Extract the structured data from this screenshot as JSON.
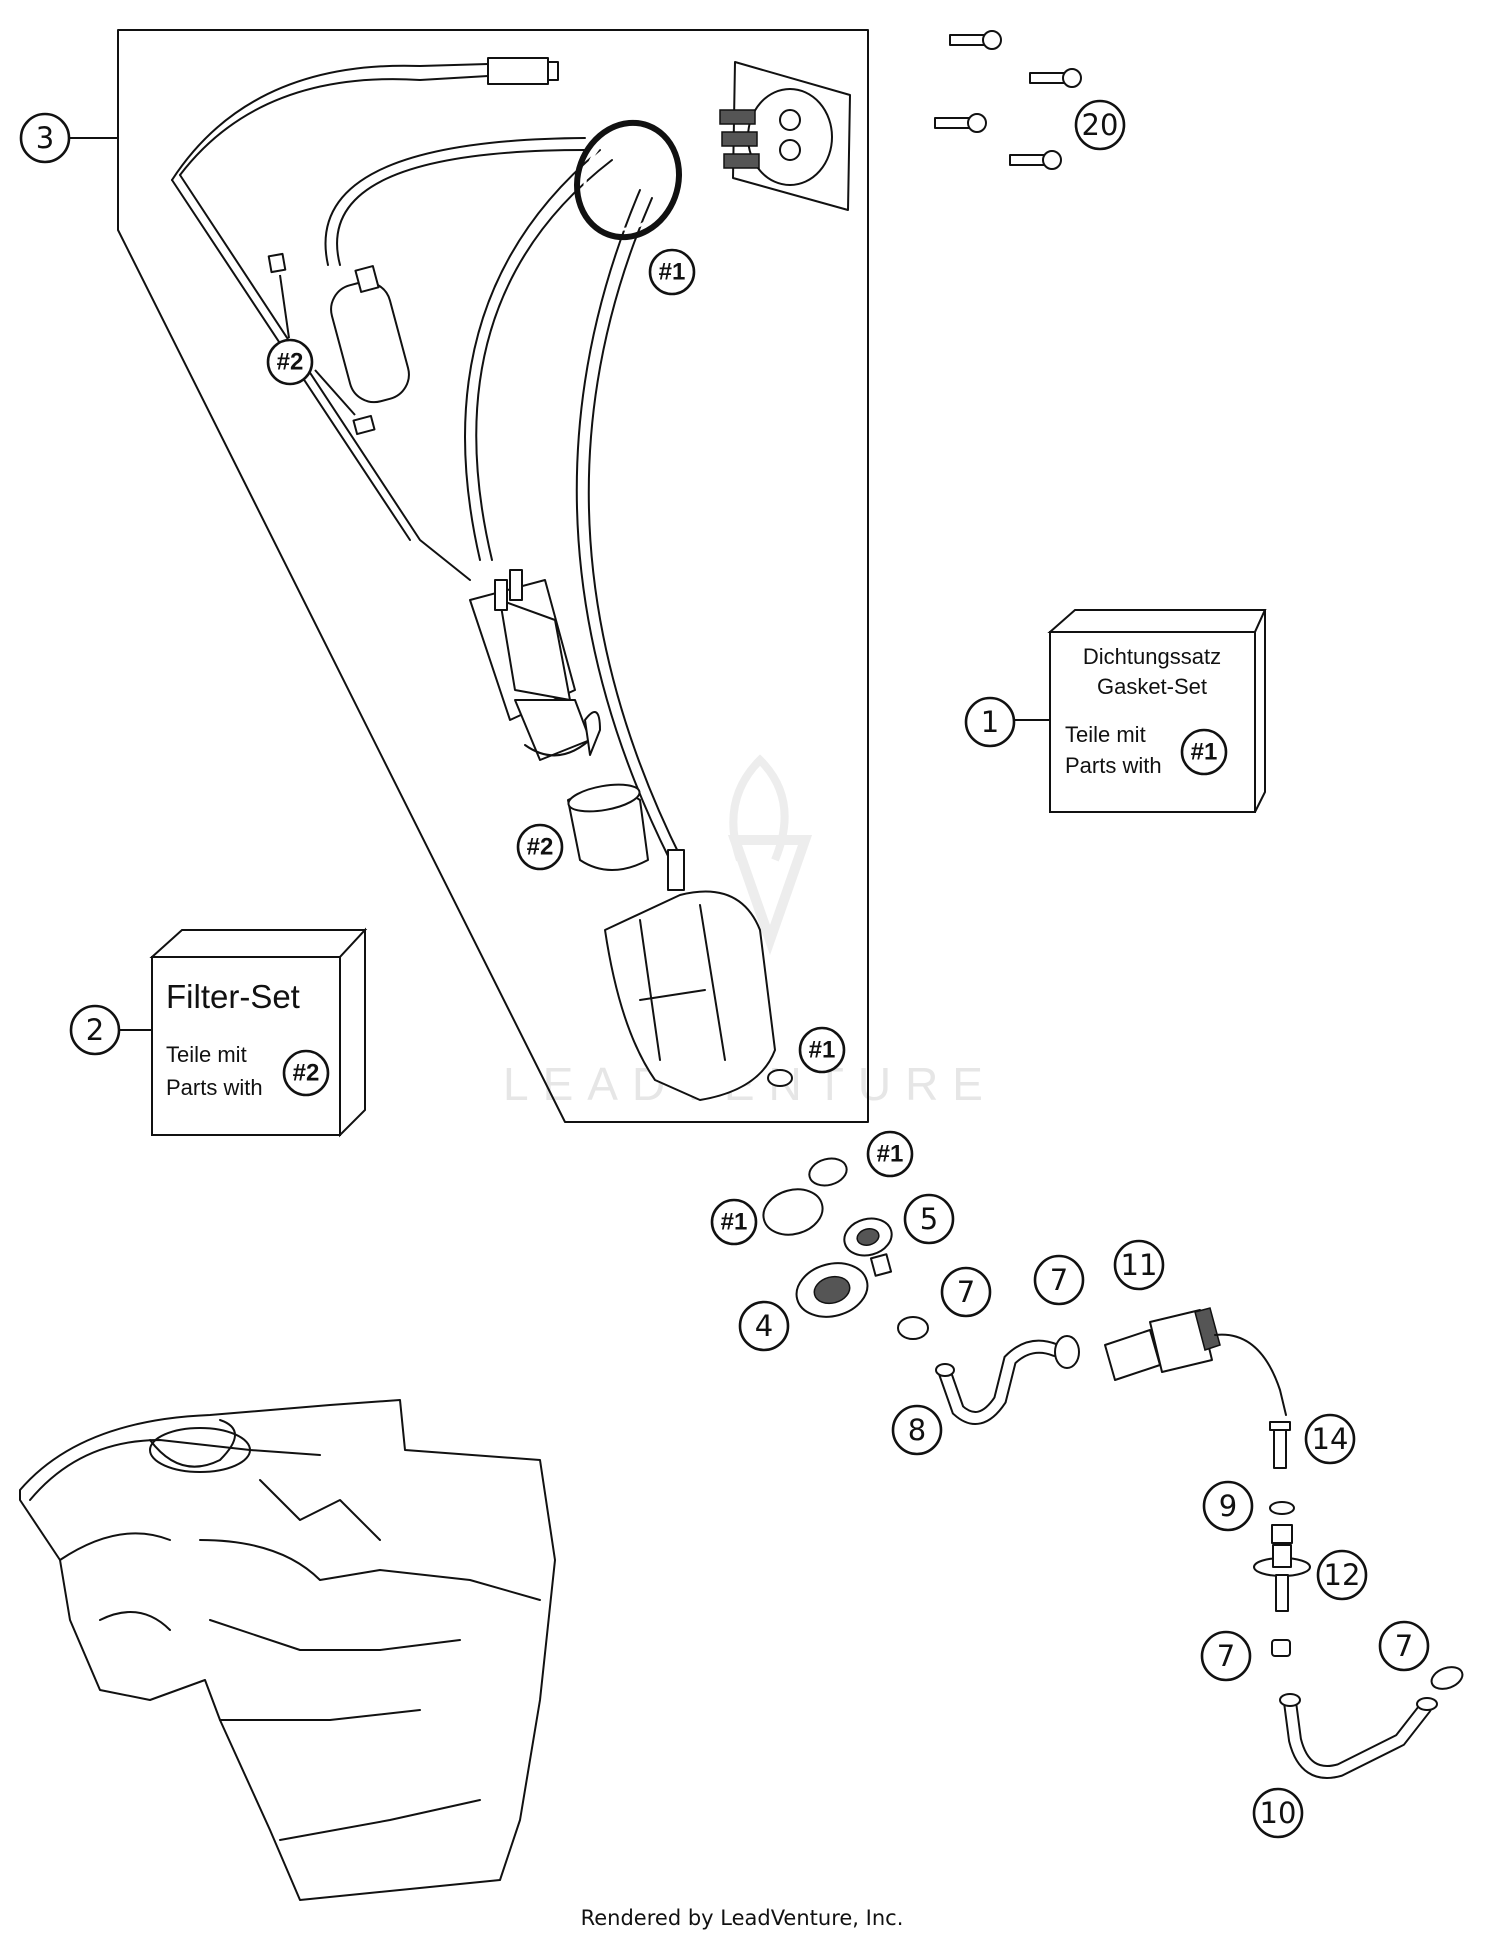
{
  "callouts": {
    "c1": "1",
    "c2": "2",
    "c3": "3",
    "c4": "4",
    "c5": "5",
    "c7a": "7",
    "c7b": "7",
    "c7c": "7",
    "c7d": "7",
    "c8": "8",
    "c9": "9",
    "c10": "10",
    "c11": "11",
    "c12": "12",
    "c14": "14",
    "c20": "20"
  },
  "refs": {
    "gasket_ring": "#1",
    "pump_bottom": "#1",
    "oring_upper": "#1",
    "oring_lower": "#1",
    "filter_upper": "#2",
    "filter_lower": "#2"
  },
  "gasket_box": {
    "line1": "Dichtungssatz",
    "line2": "Gasket-Set",
    "line3": "Teile mit",
    "line4": "Parts with",
    "ref": "#1"
  },
  "filter_box": {
    "title": "Filter-Set",
    "line1": "Teile mit",
    "line2": "Parts with",
    "ref": "#2"
  },
  "watermark": "LEADVENTURE",
  "footer": "Rendered by LeadVenture, Inc."
}
